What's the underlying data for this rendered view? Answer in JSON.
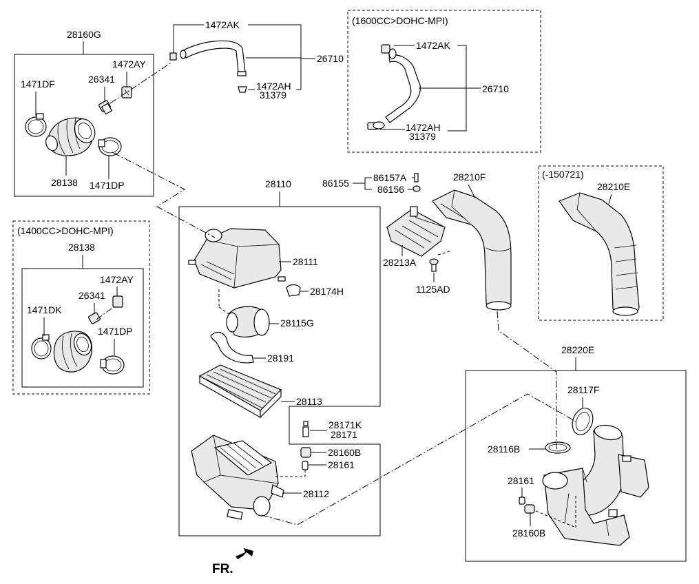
{
  "diagram": {
    "groups": {
      "upper_left_group": "28160G",
      "lower_left_variant": "(1400CC>DOHC-MPI)",
      "lower_left_group": "28138",
      "top_right_variant": "(1600CC>DOHC-MPI)",
      "right_variant": "(-150721)",
      "center_group": "28110",
      "bottom_right_group": "28220E",
      "sub_box_group": "28171K"
    },
    "labels": {
      "p_28160G_1472AY": "1472AY",
      "p_28160G_26341": "26341",
      "p_28160G_1471DF": "1471DF",
      "p_28160G_28138": "28138",
      "p_28160G_1471DP": "1471DP",
      "p_top_1472AK": "1472AK",
      "p_top_26710": "26710",
      "p_top_1472AH": "1472AH",
      "p_top_31379": "31379",
      "p_tr_1472AK": "1472AK",
      "p_tr_26710": "26710",
      "p_tr_1472AH": "1472AH",
      "p_tr_31379": "31379",
      "p_ll_1472AY": "1472AY",
      "p_ll_26341": "26341",
      "p_ll_1471DK": "1471DK",
      "p_ll_1471DP": "1471DP",
      "p_28111": "28111",
      "p_28174H": "28174H",
      "p_28115G": "28115G",
      "p_28191": "28191",
      "p_28113": "28113",
      "p_28171": "28171",
      "p_28160B": "28160B",
      "p_28161": "28161",
      "p_28112": "28112",
      "p_86155": "86155",
      "p_86157A": "86157A",
      "p_86156": "86156",
      "p_28213A": "28213A",
      "p_1125AD": "1125AD",
      "p_28210F": "28210F",
      "p_28210E": "28210E",
      "p_28117F": "28117F",
      "p_28116B": "28116B",
      "p_br_28161": "28161",
      "p_br_28160B": "28160B",
      "fr": "FR."
    }
  }
}
